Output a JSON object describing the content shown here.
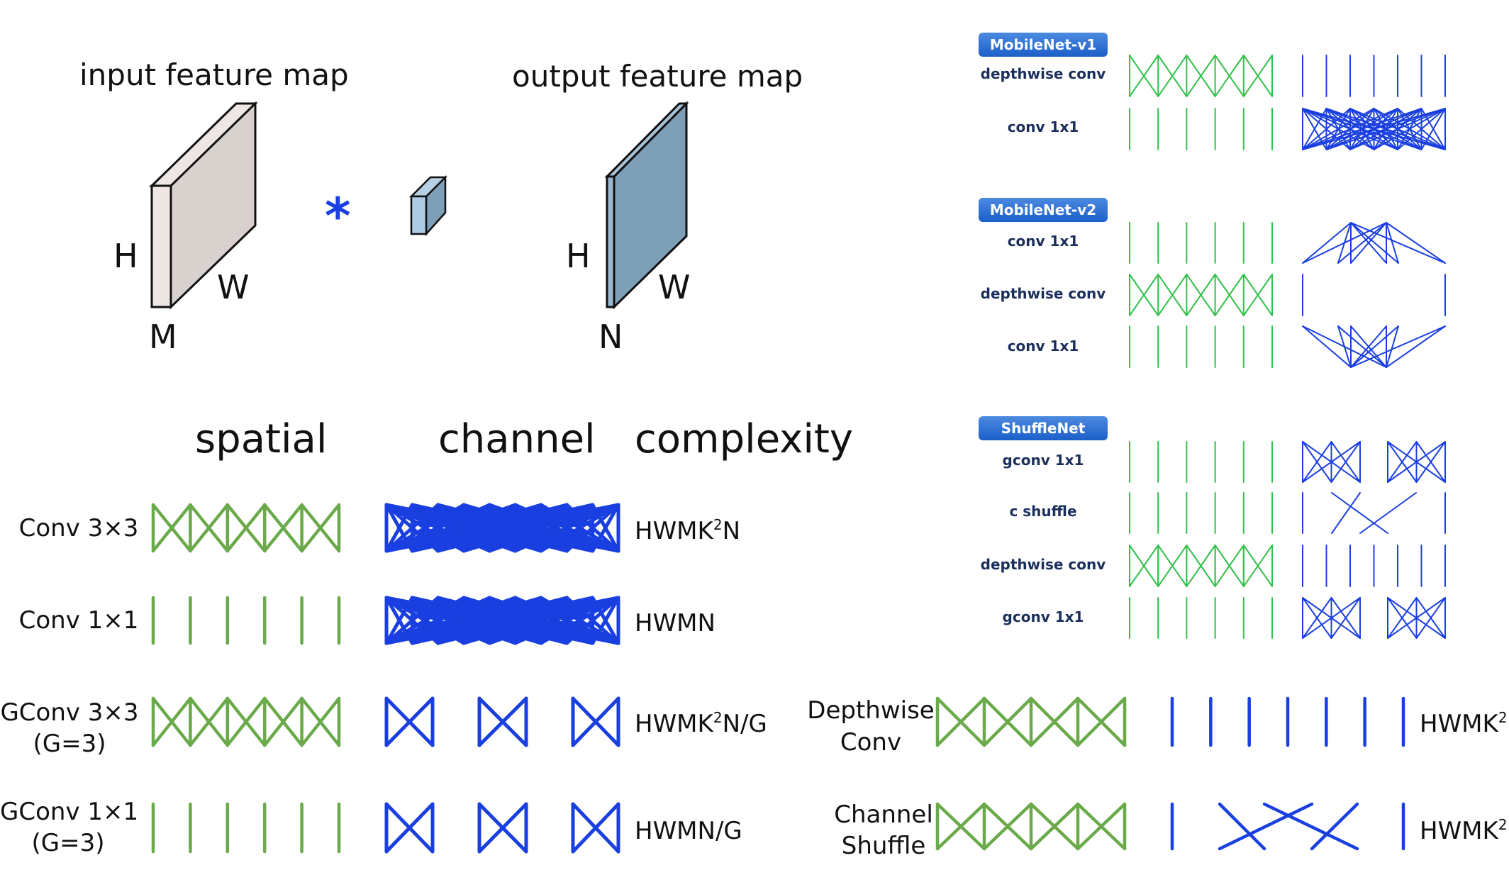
{
  "feature_maps": {
    "input_title": "input feature map",
    "output_title": "output feature map",
    "input_h": "H",
    "input_w": "W",
    "input_m": "M",
    "output_h": "H",
    "output_w": "W",
    "output_n": "N",
    "conv_symbol": "*"
  },
  "table": {
    "col_spatial": "spatial",
    "col_channel": "channel",
    "col_complexity": "complexity",
    "rows": [
      {
        "label_line1": "Conv 3×3",
        "label_line2": "",
        "complexity": "HWMK",
        "sup": "2",
        "suffix": "N"
      },
      {
        "label_line1": "Conv 1×1",
        "label_line2": "",
        "complexity": "HWMN",
        "sup": "",
        "suffix": ""
      },
      {
        "label_line1": "GConv 3×3",
        "label_line2": "(G=3)",
        "complexity": "HWMK",
        "sup": "2",
        "suffix": "N/G"
      },
      {
        "label_line1": "GConv 1×1",
        "label_line2": "(G=3)",
        "complexity": "HWMN/G",
        "sup": "",
        "suffix": ""
      }
    ],
    "extra_rows": [
      {
        "label_line1": "Depthwise",
        "label_line2": "Conv",
        "complexity": "HWMK",
        "sup": "2"
      },
      {
        "label_line1": "Channel",
        "label_line2": "Shuffle",
        "complexity": "HWMK",
        "sup": "2"
      }
    ]
  },
  "networks": [
    {
      "badge": "MobileNet-v1",
      "layers": [
        "depthwise conv",
        "conv 1x1"
      ]
    },
    {
      "badge": "MobileNet-v2",
      "layers": [
        "conv 1x1",
        "depthwise conv",
        "conv 1x1"
      ]
    },
    {
      "badge": "ShuffleNet",
      "layers": [
        "gconv 1x1",
        "c shuffle",
        "depthwise conv",
        "gconv 1x1"
      ]
    }
  ],
  "colors": {
    "spatial_green": "#6aaa4a",
    "channel_blue": "#1a3fe0",
    "light_green": "#33c04a",
    "input_face": "#d9d1cd",
    "output_face": "#7d9fb8"
  }
}
